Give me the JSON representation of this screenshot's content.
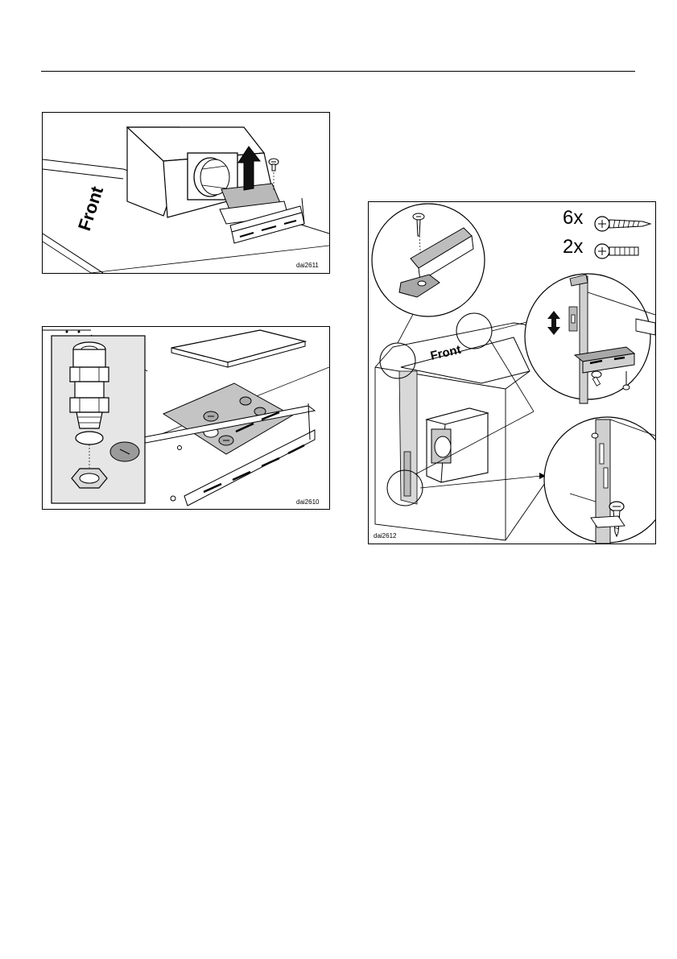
{
  "figures": {
    "top_left": {
      "id_label": "dai2611",
      "front_text": "Front"
    },
    "bottom_left": {
      "id_label": "dai2610"
    },
    "right": {
      "id_label": "dai2612",
      "front_text": "Front",
      "screw_long_qty": "6x",
      "screw_short_qty": "2x"
    }
  }
}
